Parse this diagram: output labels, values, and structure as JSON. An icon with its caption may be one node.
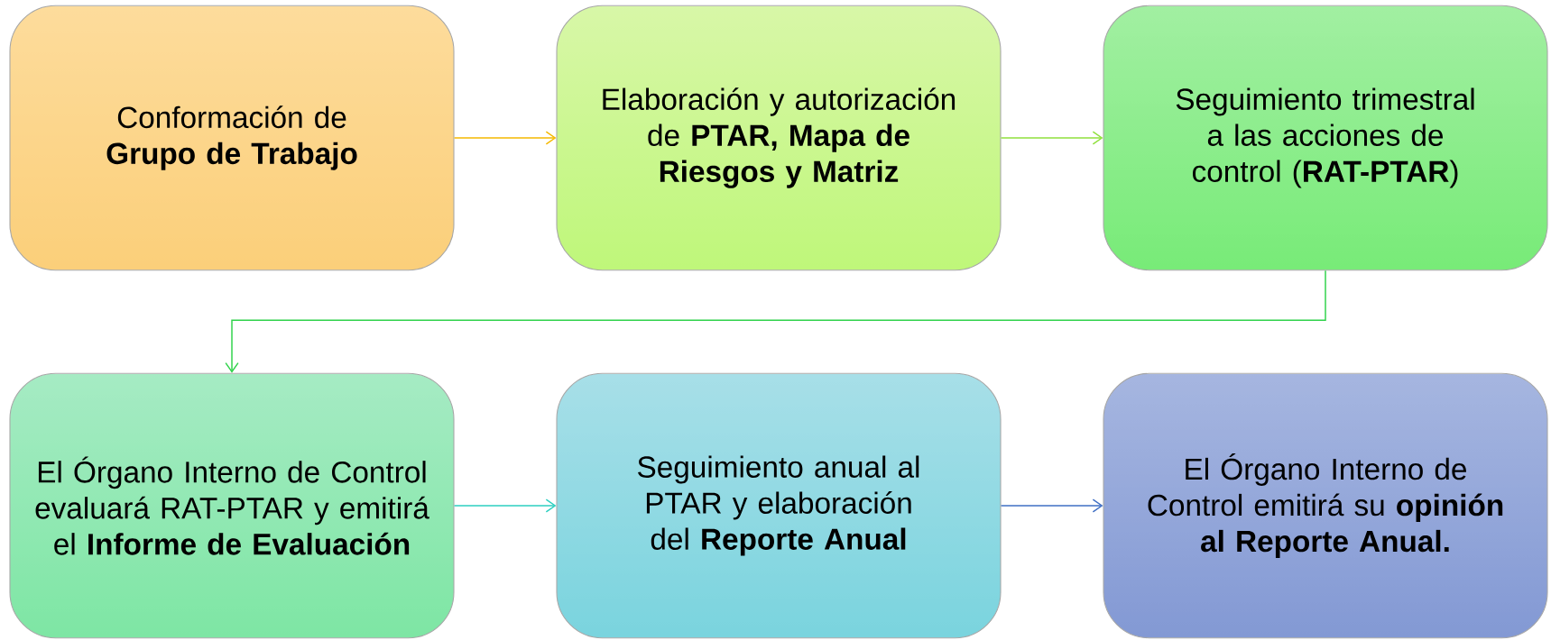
{
  "diagram": {
    "nodes": [
      {
        "text": [
          "Conformación de **Grupo de Trabajo**"
        ]
      },
      {
        "text": [
          "Elaboración y autorización de **PTAR, Mapa de Riesgos y Matriz**"
        ]
      },
      {
        "text": [
          "Seguimiento trimestral a las acciones de control (**RAT-PTAR**)"
        ]
      },
      {
        "text": [
          "El Órgano Interno de Control evaluará RAT-PTAR y emitirá el **Informe de Evaluación**"
        ]
      },
      {
        "text": [
          "Seguimiento anual al PTAR y elaboración del **Reporte Anual**"
        ]
      },
      {
        "text": [
          "El Órgano Interno de Control emitirá su **opinión al Reporte Anual.**"
        ]
      }
    ],
    "edges": [
      {
        "from": 0,
        "to": 1,
        "arrow": "to",
        "color": "#f5b800"
      },
      {
        "from": 1,
        "to": 2,
        "arrow": "to",
        "color": "#8fe03c"
      },
      {
        "from": 2,
        "to": 3,
        "arrow": "to",
        "color": "#2fd24a"
      },
      {
        "from": 3,
        "to": 4,
        "arrow": "to",
        "color": "#2ccfc0"
      },
      {
        "from": 4,
        "to": 5,
        "arrow": "to",
        "color": "#3f6fc4"
      }
    ]
  }
}
